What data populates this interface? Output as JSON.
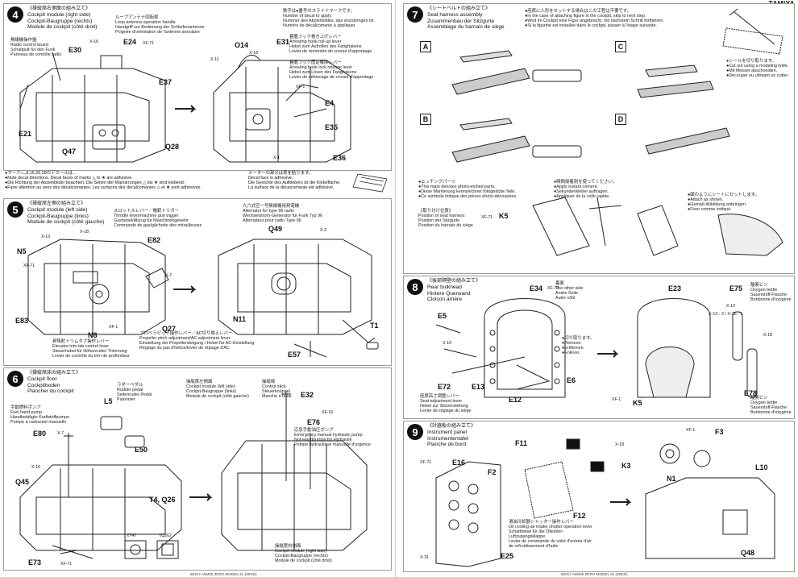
{
  "brand": "TAMIYA",
  "left_footer": "60317 A6M2b ZERO MODEL 21 (ZEKE)",
  "step4": {
    "num": "4",
    "title_jp": "《操縦席右側面の組み立て》",
    "title_en": "Cockpit module (right side)",
    "title_de": "Cockpit-Baugruppe (rechts)",
    "title_fr": "Module de cockpit (côté droit)",
    "radio_jp": "無線機操作盤",
    "radio_en": "Radio control board",
    "radio_de": "Schaltpult für den Funk",
    "radio_fr": "Panneau de contrôle radio",
    "loop_jp": "ループアンテナ回転桿",
    "loop_en": "Loop antenna operation handle",
    "loop_de": "Handgriff zur Bedienung der Schleifenantenne",
    "loop_fr": "Poignée d'orientation de l'antenne annulaire",
    "decal_jp": "数字は●番号のスライドマークです。",
    "decal_en": "Number of decal to apply.",
    "decal_de": "Nummer des Abziehbildes, das anzubringen ist.",
    "decal_fr": "Numéro de décalcomanie à appliquer.",
    "hook_jp": "着艦フック巻き上げレバー",
    "hook_en": "Arresting hook roll-up lever",
    "hook_de": "Hebel zum Aufrollen des Fanghakens",
    "hook_fr": "Levier de remontée de crosse d'appontage",
    "lock_jp": "着艦フック固定解除レバー",
    "lock_en": "Arresting hook lock release lever",
    "lock_de": "Hebel zum Lösen des Fanghakens",
    "lock_fr": "Levier de déblocage de crosse d'appontage",
    "parts": [
      "E30",
      "X-16",
      "E24",
      "XF-71",
      "O14",
      "X-11",
      "X-18",
      "E31",
      "E37",
      "XF-1",
      "E4",
      "E21",
      "E35",
      "Q47",
      "Q28",
      "E36",
      "X-1"
    ]
  },
  "warning": {
    "jp": "●マーク△,8,15,26,28のデカールは…",
    "en": "●Note decal directions. Decal faces of marks △ to ★ are adhesive.",
    "de": "●Die Richtung der Abziehbilder beachten. Die Seiten der Markierungen △ bis ★ sind klebend.",
    "fr": "●Faire attention au sens des décalcomanies. Les surfaces des décalcomanies △ et ★ sont adhésives.",
    "right_jp": "メーターの部分は表を貼ります。",
    "right_en": "Decal face is adhesive.",
    "right_de": "Die Gesichte des Aufklebers ist die Klebefläche.",
    "right_fr": "La surface de la décalcomanie est adhésive."
  },
  "step5": {
    "num": "5",
    "title_jp": "《操縦席左側の組み立て》",
    "title_en": "Cockpit module (left side)",
    "title_de": "Cockpit-Baugruppe (links)",
    "title_fr": "Module de cockpit (côté gauche)",
    "throttle_jp": "スロットルレバー／機銃トリガー",
    "throttle_en": "Throttle lever/machine gun trigger",
    "throttle_de": "Gashebel/Abzug für Maschinengewehr",
    "throttle_fr": "Commande de gaz/gâchette des mitrailleuses",
    "alt_jp": "九六式空一号無線機用発電機",
    "alt_en": "Alternator for type 96 radio",
    "alt_de": "Wechselstrom-Generator für Funk Typ 96",
    "alt_fr": "Alternateur pour radio Type 96",
    "elev_jp": "昇降舵トリムタブ操作レバー",
    "elev_en": "Elevator trim tab control lever",
    "elev_de": "Steuerhebel für Höhenruder-Trimmung",
    "elev_fr": "Levier de contrôle du trim de profondeur",
    "prop_jp": "プロペラピッチ操作レバー／AC切り換えレバー",
    "prop_en": "Propeller pitch adjustment/AC adjustment lever",
    "prop_de": "Einstellung der Propellersteigung / Hebel für AC-Einstellung",
    "prop_fr": "Réglage du pas d'hélice/levier de réglage d'AC",
    "parts": [
      "X-13",
      "X-18",
      "N5",
      "XF-71",
      "E82",
      "Q49",
      "X-7",
      "E83",
      "N8",
      "XF-1",
      "Q27",
      "N11",
      "E57",
      "T1",
      "X-2"
    ]
  },
  "step6": {
    "num": "6",
    "title_jp": "《操縦席床の組み立て》",
    "title_en": "Cockpit floor",
    "title_de": "Cockpitboden",
    "title_fr": "Plancher du cockpit",
    "rudder_jp": "ラダーペダル",
    "rudder_en": "Rudder pedal",
    "rudder_de": "Seitenruder Pedal",
    "rudder_fr": "Palonnier",
    "pump_jp": "手動燃料ポンプ",
    "pump_en": "Fuel hand pump",
    "pump_de": "Handbetätigte Kraftstoffpumpe",
    "pump_fr": "Pompe à carburant manuelle",
    "stick_jp": "操縦桿",
    "stick_en": "Control stick",
    "stick_de": "Steuerknüppel",
    "stick_fr": "Manche à balai",
    "mod_jp": "操縦席左側面",
    "mod_en": "Cockpit module (left side)",
    "mod_de": "Cockpit-Baugruppe (links)",
    "mod_fr": "Module de cockpit (côté gauche)",
    "hyd_jp": "応急手動油圧ポンプ",
    "hyd_en": "Emergency manual hydraulic pump",
    "hyd_de": "Not-Handpumpe für Hydraulik",
    "hyd_fr": "Pompe hydraulique manuelle d'urgence",
    "right_jp": "操縦席右側面",
    "right_en": "Cockpit module (right side)",
    "right_de": "Cockpit-Baugruppe (rechts)",
    "right_fr": "Module de cockpit (côté droit)",
    "parts": [
      "L5",
      "E80",
      "X-7",
      "E32",
      "XF-16",
      "E76",
      "E50",
      "Q45",
      "X-16",
      "T4, Q26",
      "E73",
      "XF-71"
    ],
    "t4_label": "《T4》",
    "q26_label": "《Q26》"
  },
  "step7": {
    "num": "7",
    "title_jp": "《シートベルトの組み立て》",
    "title_en": "Seat harness assembly",
    "title_de": "Zusammenbau der Sitzgurte",
    "title_fr": "Assemblage du harnais de siège",
    "figure_jp": "●座席に人形をセットする場合はこの工程は不要です。",
    "figure_en": "●In the case of attaching figure in the cockpit, skip to next step.",
    "figure_de": "●Wird im Cockpit eine Figur angebracht, mit nächstem Schritt fortfahren.",
    "figure_fr": "●Si la figurine est installée dans le cockpit, passer à l'étape suivante.",
    "cut_jp": "●シールを切り取ります。",
    "cut_en": "●Cut out using a modeling knife.",
    "cut_de": "●Mit Messer abschneiden.",
    "cut_fr": "●Découper au utilisant un cutter.",
    "etch_jp": "●エッチングパーツ",
    "etch_en": "●This mark denotes photo-etched parts.",
    "etch_de": "●Diese Markierung kennzeichnet fotogeätzte Teile.",
    "etch_fr": "●Ce symbole indique des pièces photo-découpées.",
    "inst_jp": "●瞬間接着剤を使ってください。",
    "inst_en": "●Apply instant cement.",
    "inst_de": "●Sekundenkleber auftragen.",
    "inst_fr": "●Appliquer de la colle rapide.",
    "pos_jp": "《取り付け位置》",
    "pos_en": "Position of seat harness",
    "pos_de": "Position der Sitzgurte",
    "pos_fr": "Position du harnais du siège",
    "shown_jp": "●図のようにシートにセットします。",
    "shown_en": "●Attach as shown.",
    "shown_de": "●Gemäß Abbildung anbringen.",
    "shown_fr": "●Fixer comme indiqué.",
    "panes": [
      "A",
      "B",
      "C",
      "D"
    ],
    "parts": [
      "XF-71",
      "K5"
    ]
  },
  "step8": {
    "num": "8",
    "title_jp": "《後部隔壁の組み立て》",
    "title_en": "Rear bulkhead",
    "title_de": "Hintere Querwand",
    "title_fr": "Cloison arrière",
    "other_jp": "裏面",
    "other_en": "The other side",
    "other_de": "Andre Seite",
    "other_fr": "Autre côté",
    "seat_jp": "座席高さ調整レバー",
    "seat_en": "Seat adjustment lever",
    "seat_de": "Hebel zur Sitzverstellung",
    "seat_fr": "Levier de réglage du siège",
    "remove_jp": "●切り取ります。",
    "remove_en": "●Remove.",
    "remove_de": "●Entfernen.",
    "remove_fr": "●Enlever.",
    "oxy_jp": "酸素ビン",
    "oxy_en": "Oxygen bottle",
    "oxy_de": "Sauerstoff-Flasche",
    "oxy_fr": "Bonbonne d'oxygène",
    "ratio": "X-13 : 3 / X-25 : 1",
    "parts": [
      "E34",
      "XF-78",
      "E5",
      "E23",
      "E75",
      "X-18",
      "X-12",
      "X-10",
      "E72",
      "E13",
      "E12",
      "E6",
      "E78",
      "K5",
      "XF-1"
    ]
  },
  "step9": {
    "num": "9",
    "title_jp": "《計器板の組み立て》",
    "title_en": "Instrument panel",
    "title_de": "Instrumententafel",
    "title_fr": "Planche de bord",
    "oil_jp": "滑油冷却器シャッター操作レバー",
    "oil_en": "Oil cooling air intake shutter operation lever",
    "oil_de": "Schalthebel für die Ölkühler-Luftzugangsklappe",
    "oil_fr": "Levier de commande du volet d'entrée d'air de refroidissement d'huile",
    "parts": [
      "F11",
      "E16",
      "F2",
      "F12",
      "E25",
      "K3",
      "N1",
      "F3",
      "L10",
      "Q48",
      "X-18",
      "XF-1",
      "XF-71",
      "X-31"
    ]
  },
  "right_footer": "60317 A6M2b ZERO MODEL 21 (ZEKE)"
}
